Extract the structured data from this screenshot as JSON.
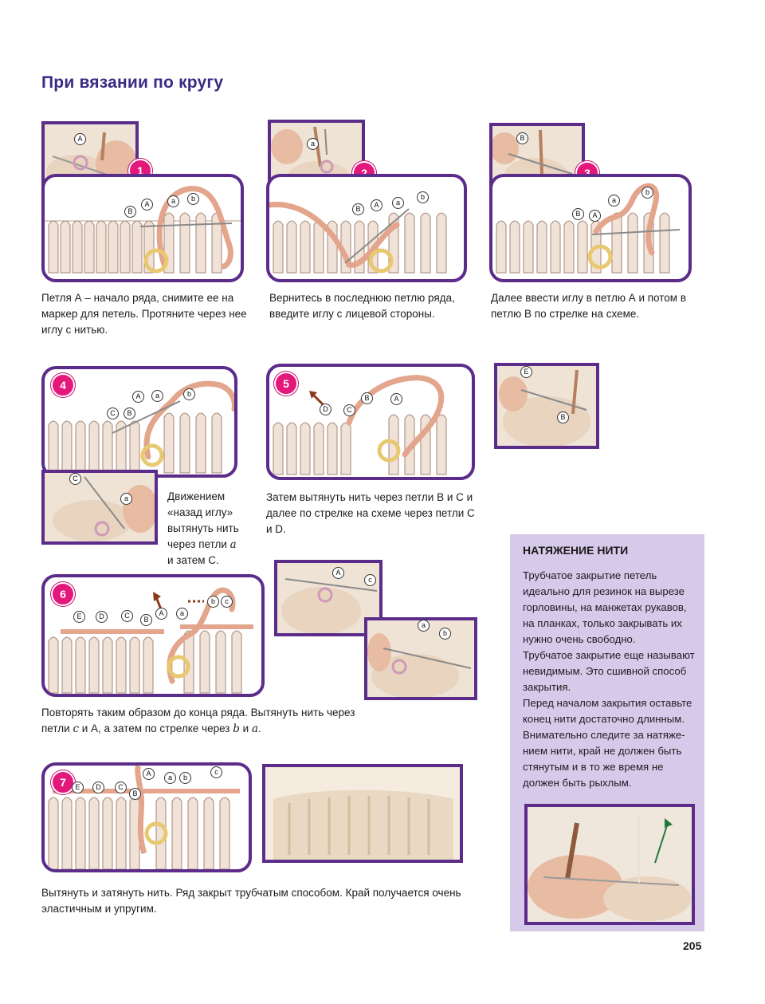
{
  "heading": "При вязании по кругу",
  "steps": [
    {
      "number": "1",
      "caption": "Петля А – начало ряда, снимите ее на маркер для петель. Протяните через нее иглу с нитью."
    },
    {
      "number": "2",
      "caption": "Вернитесь в последнюю петлю ряда, введите иглу с лицевой стороны."
    },
    {
      "number": "3",
      "caption": "Далее ввести иглу в петлю А и потом в петлю В по стрелке на схеме."
    },
    {
      "number": "4",
      "caption_lines": [
        "Движением",
        "«назад иглу»",
        "вытянуть нить",
        "через петли ",
        "и затем С."
      ],
      "caption_italic": "a"
    },
    {
      "number": "5",
      "caption": "Затем вытянуть нить через петли В и С и далее по стрелке на схеме через петли С и D."
    },
    {
      "number": "6",
      "caption_parts": [
        "Повторять таким образом до конца ряда. Вытянуть нить через петли ",
        "c",
        " и А, а затем по стрелке через ",
        "b",
        " и ",
        "a",
        "."
      ]
    },
    {
      "number": "7",
      "caption": "Вытянуть и затянуть нить. Ряд закрыт трубчатым способом. Край получается очень эластичным и упругим."
    }
  ],
  "loop_labels": {
    "s1_photo": [
      "A"
    ],
    "s1_diag": [
      "B",
      "A",
      "a",
      "b"
    ],
    "s2_photo": [
      "a"
    ],
    "s2_diag": [
      "B",
      "A",
      "a",
      "b"
    ],
    "s3_photo": [
      "B"
    ],
    "s3_diag": [
      "B",
      "A",
      "a",
      "b"
    ],
    "s4_diag": [
      "C",
      "B",
      "A",
      "a",
      "b"
    ],
    "s4_photo": [
      "C",
      "a"
    ],
    "s5_diag": [
      "D",
      "C",
      "B",
      "A"
    ],
    "s5_photo": [
      "E",
      "B"
    ],
    "s6_diag": [
      "E",
      "D",
      "C",
      "B",
      "A",
      "a",
      "b",
      "c"
    ],
    "s6_photo1": [
      "A",
      "c"
    ],
    "s6_photo2": [
      "a",
      "b"
    ],
    "s7_diag": [
      "E",
      "D",
      "C",
      "B",
      "A",
      "a",
      "b",
      "c"
    ]
  },
  "sidebar": {
    "title": "НАТЯЖЕНИЕ НИТИ",
    "paragraphs": [
      "Трубчатое закрытие петель идеально для резинок на вырезе горловины, на манжетах рукавов, на планках, только закрывать их нужно очень свободно.",
      "Трубчатое закрытие еще называют невидимым. Это сшивной способ закрытия.",
      "Перед началом закрытия оставьте конец нити достаточно длинным. Внимательно следите за натяже- нием нити, край не должен быть стянутым и в то же время не должен быть рыхлым."
    ]
  },
  "page_number": "205",
  "colors": {
    "heading": "#3b2a86",
    "frame": "#5b2c8a",
    "step_badge": "#e4177b",
    "sidebar_bg": "#d6c9ea",
    "yarn": "#e3a58c",
    "knit": "#ecd9cc",
    "marker": "#e8c870"
  }
}
